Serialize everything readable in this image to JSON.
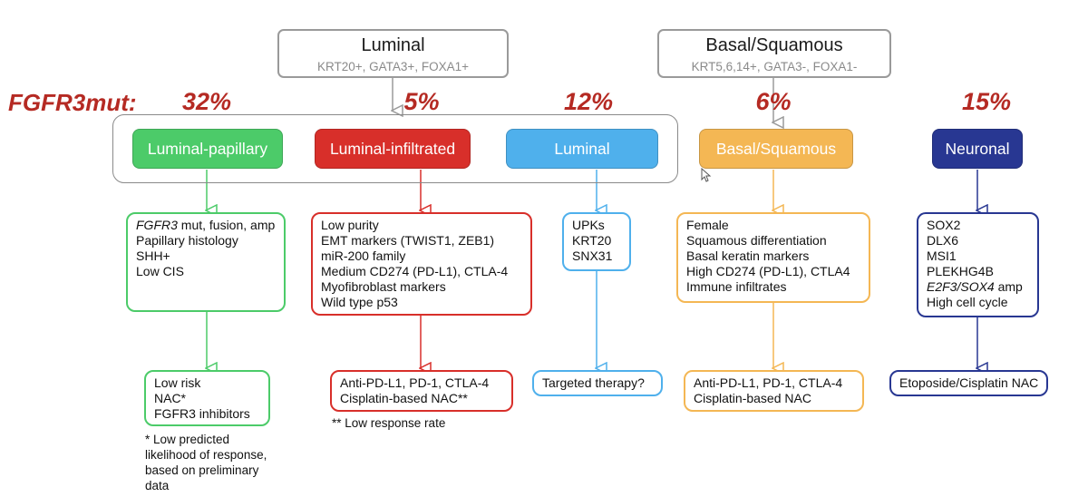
{
  "parents": {
    "luminal": {
      "title": "Luminal",
      "markers": "KRT20+, GATA3+, FOXA1+"
    },
    "basal": {
      "title": "Basal/Squamous",
      "markers": "KRT5,6,14+, GATA3-, FOXA1-"
    }
  },
  "fgfr3_label": "FGFR3mut:",
  "percentages": [
    "32%",
    "5%",
    "12%",
    "6%",
    "15%"
  ],
  "subtypes": [
    {
      "label": "Luminal-papillary",
      "color": "#4ccb69"
    },
    {
      "label": "Luminal-infiltrated",
      "color": "#d82f2a"
    },
    {
      "label": "Luminal",
      "color": "#4fb0ec"
    },
    {
      "label": "Basal/Squamous",
      "color": "#f4b754"
    },
    {
      "label": "Neuronal",
      "color": "#283792"
    }
  ],
  "features": {
    "lp": [
      "mut, fusion, amp",
      "Papillary histology",
      "SHH+",
      "Low CIS"
    ],
    "lp_gene": "FGFR3",
    "li": [
      "Low purity",
      "EMT markers (TWIST1, ZEB1)",
      "miR-200 family",
      "Medium CD274 (PD-L1), CTLA-4",
      "Myofibroblast markers",
      "Wild type p53"
    ],
    "lu": [
      "UPKs",
      "KRT20",
      "SNX31"
    ],
    "bs": [
      "Female",
      "Squamous differentiation",
      "Basal keratin markers",
      "High CD274 (PD-L1), CTLA4",
      "Immune infiltrates"
    ],
    "ne": [
      "SOX2",
      "DLX6",
      "MSI1",
      "PLEKHG4B",
      "E2F3/SOX4",
      "High cell cycle"
    ],
    "ne_amp": " amp"
  },
  "therapies": {
    "lp": [
      "Low risk",
      "NAC*",
      "FGFR3 inhibitors"
    ],
    "li": [
      "Anti-PD-L1, PD-1, CTLA-4",
      "Cisplatin-based NAC**"
    ],
    "lu": [
      "Targeted therapy?"
    ],
    "bs": [
      "Anti-PD-L1, PD-1, CTLA-4",
      "Cisplatin-based NAC"
    ],
    "ne": [
      "Etoposide/Cisplatin NAC"
    ]
  },
  "notes": {
    "single_star": [
      "* Low predicted",
      "likelihood of response,",
      "based on preliminary",
      "data"
    ],
    "double_star": "** Low response rate"
  }
}
